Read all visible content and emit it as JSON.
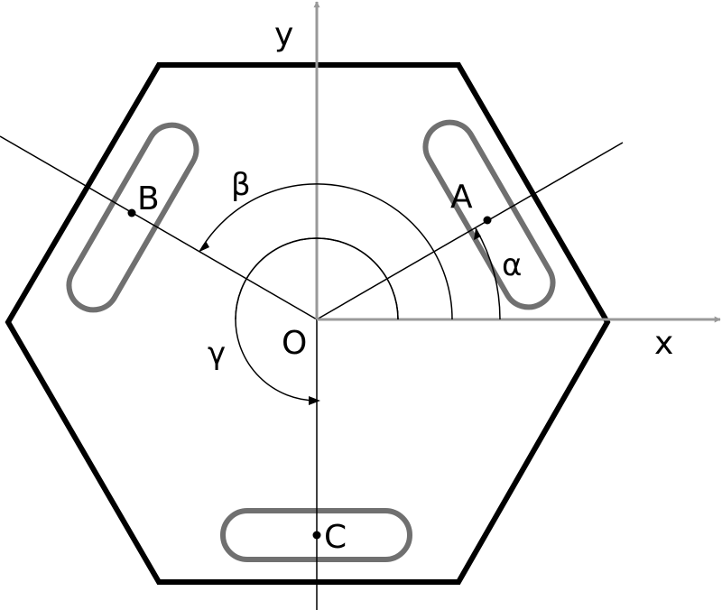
{
  "labels": {
    "axis_x": "x",
    "axis_y": "y",
    "origin": "O",
    "point_a": "A",
    "point_b": "B",
    "point_c": "C",
    "angle_alpha": "α",
    "angle_beta": "β",
    "angle_gamma": "γ"
  },
  "colors": {
    "outline": "#000000",
    "axes": "#999999",
    "slots": "#707070",
    "construction_lines": "#000000",
    "background": "#ffffff"
  }
}
